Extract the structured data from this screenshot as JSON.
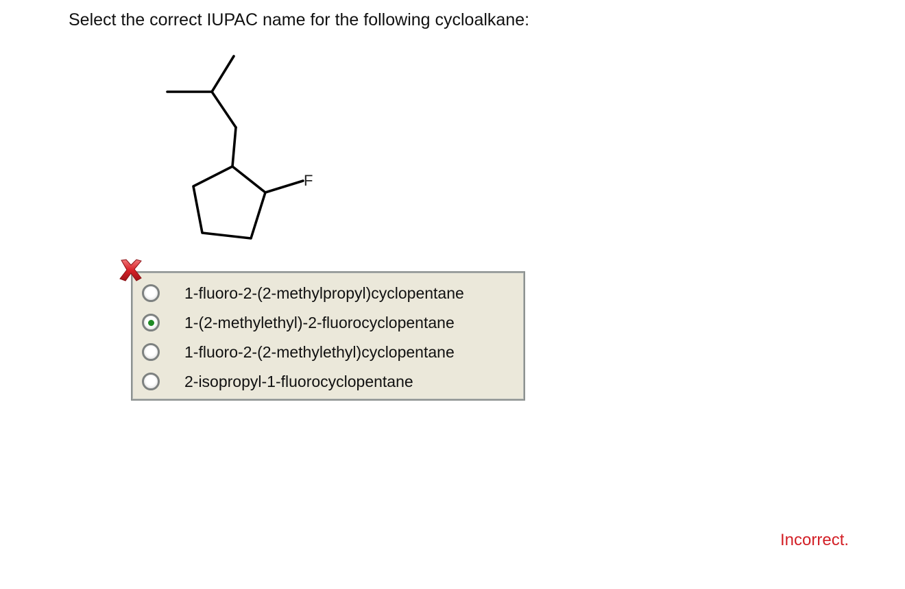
{
  "question": {
    "text": "Select the correct IUPAC name for the following cycloalkane:"
  },
  "molecule": {
    "description": "cyclopentane ring with a 2-methylpropyl (isobutyl) substituent and an adjacent fluorine",
    "atom_label": "F"
  },
  "feedback": {
    "icon": "red-x-icon",
    "status_text": "Incorrect.",
    "status_color": "#d31f26"
  },
  "choices": [
    {
      "label": "1-fluoro-2-(2-methylpropyl)cyclopentane",
      "selected": false
    },
    {
      "label": "1-(2-methylethyl)-2-fluorocyclopentane",
      "selected": true
    },
    {
      "label": "1-fluoro-2-(2-methylethyl)cyclopentane",
      "selected": false
    },
    {
      "label": "2-isopropyl-1-fluorocyclopentane",
      "selected": false
    }
  ],
  "colors": {
    "box_background": "#ebe8da",
    "box_border": "#8d9290",
    "radio_selected_dot": "#1f8a24"
  }
}
